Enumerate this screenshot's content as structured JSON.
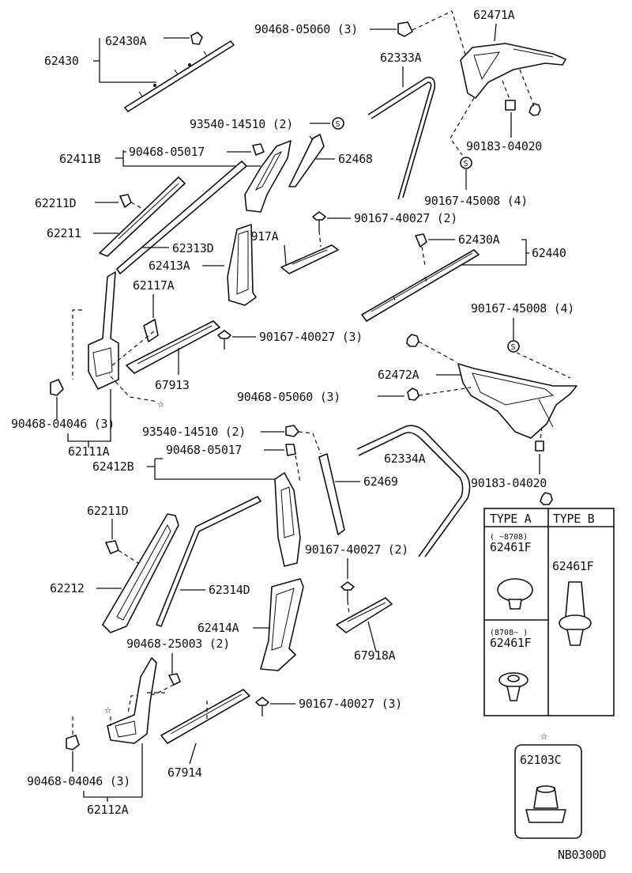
{
  "labels": {
    "l62430a_top": "62430A",
    "l62430": "62430",
    "l90468_05060_top": "90468-05060 (3)",
    "l62471a": "62471A",
    "l62333a": "62333A",
    "l93540_top": "93540-14510 (2)",
    "l90468_05017_top": "90468-05017",
    "l62411b": "62411B",
    "l62468": "62468",
    "l90183_top": "90183-04020",
    "l90167_45008_top": "90167-45008 (4)",
    "l62211d_top": "62211D",
    "l62211": "62211",
    "l62313d": "62313D",
    "l90167_40027_a": "90167-40027 (2)",
    "l67917a": "67917A",
    "l62430a_mid": "62430A",
    "l62440": "62440",
    "l62413a": "62413A",
    "l62117a": "62117A",
    "l90167_45008_mid": "90167-45008 (4)",
    "l90167_40027_b": "90167-40027 (3)",
    "l67913": "67913",
    "l62472a": "62472A",
    "l90468_05060_mid": "90468-05060 (3)",
    "l90468_04046_top": "90468-04046 (3)",
    "l62111a": "62111A",
    "l93540_mid": "93540-14510 (2)",
    "l62334a": "62334A",
    "l90468_05017_mid": "90468-05017",
    "l62412b": "62412B",
    "l62469": "62469",
    "l90183_mid": "90183-04020",
    "l62211d_low": "62211D",
    "l90167_40027_c": "90167-40027 (2)",
    "l62212": "62212",
    "l62314d": "62314D",
    "l62414a": "62414A",
    "l67918a": "67918A",
    "l90468_25003": "90468-25003 (2)",
    "l90167_40027_d": "90167-40027 (3)",
    "l67914": "67914",
    "l90468_04046_low": "90468-04046 (3)",
    "l62112a": "62112A",
    "l62103c": "62103C",
    "l_code": "NB0300D"
  },
  "type_table": {
    "type_a": "TYPE A",
    "type_b": "TYPE B",
    "a1_note": "(   ~8708)",
    "a1_part": "62461F",
    "a2_note": "(8708~      )",
    "a2_part": "62461F",
    "b_part": "62461F"
  },
  "symbols": {
    "screw_letter": "S",
    "star": "☆"
  }
}
